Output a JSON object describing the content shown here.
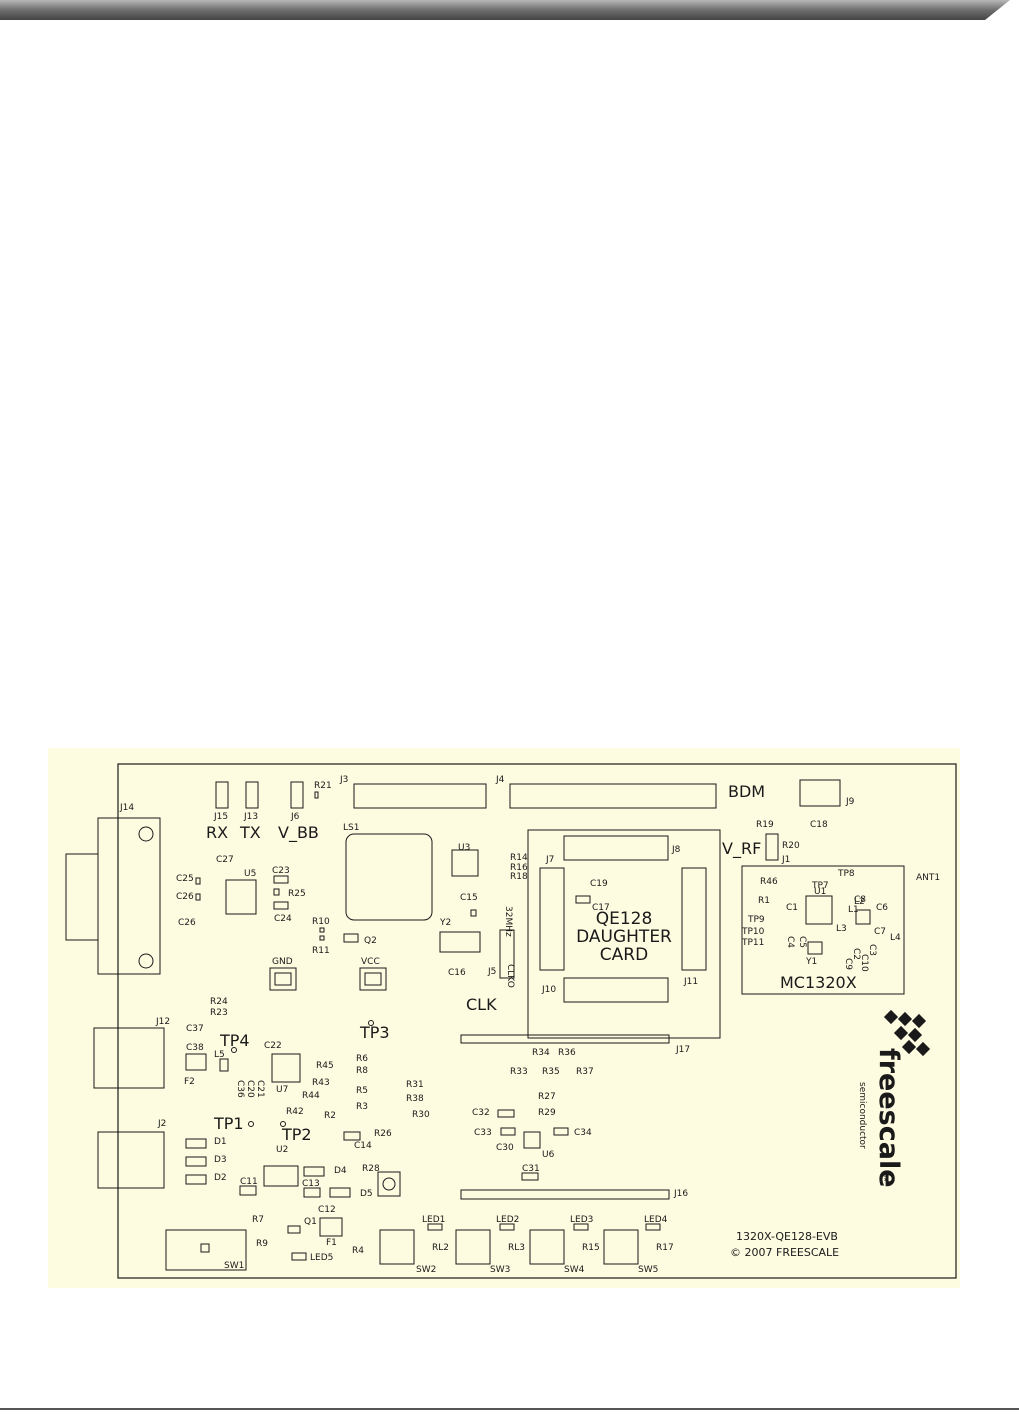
{
  "board": {
    "background": "#fdfbe0",
    "labels": {
      "J14": "J14",
      "C25": "C25",
      "C26": "C26",
      "C26b": "C26",
      "C27": "C27",
      "U5": "U5",
      "C23": "C23",
      "R25": "R25",
      "C24": "C24",
      "J15": "J15",
      "J13": "J13",
      "J6": "J6",
      "R21": "R21",
      "RX": "RX",
      "TX": "TX",
      "V_BB": "V_BB",
      "J3": "J3",
      "LS1": "LS1",
      "R10": "R10",
      "R11": "R11",
      "Q2": "Q2",
      "GND": "GND",
      "VCC": "VCC",
      "J12": "J12",
      "C37": "C37",
      "R24": "R24",
      "R23": "R23",
      "C38": "C38",
      "F2": "F2",
      "TP4": "TP4",
      "L5": "L5",
      "C36": "C36",
      "C20": "C20",
      "C21": "C21",
      "C22": "C22",
      "U7": "U7",
      "R45": "R45",
      "R43": "R43",
      "R44": "R44",
      "R42": "R42",
      "R2": "R2",
      "TP3": "TP3",
      "R6": "R6",
      "R8": "R8",
      "R5": "R5",
      "R3": "R3",
      "R31": "R31",
      "R38": "R38",
      "R30": "R30",
      "J2": "J2",
      "TP1": "TP1",
      "TP2": "TP2",
      "D1": "D1",
      "D3": "D3",
      "D2": "D2",
      "U2": "U2",
      "D4": "D4",
      "C14": "C14",
      "R26": "R26",
      "R28": "R28",
      "C11": "C11",
      "C13": "C13",
      "C12": "C12",
      "D5": "D5",
      "R7": "R7",
      "R9": "R9",
      "Q1": "Q1",
      "F1": "F1",
      "LED5": "LED5",
      "R4": "R4",
      "SW1": "SW1",
      "U3": "U3",
      "R14": "R14",
      "R16": "R16",
      "R18": "R18",
      "C15": "C15",
      "Y2": "Y2",
      "C16": "C16",
      "J5": "J5",
      "CLK": "CLK",
      "CLKO": "CLKO",
      "FREQ": "32MHz",
      "J4": "J4",
      "J7": "J7",
      "J8": "J8",
      "C19": "C19",
      "C17": "C17",
      "QE128": "QE128",
      "DAUGHTER": "DAUGHTER",
      "CARD": "CARD",
      "J10": "J10",
      "J11": "J11",
      "J17": "J17",
      "R34": "R34",
      "R36": "R36",
      "R33": "R33",
      "R35": "R35",
      "R37": "R37",
      "R27": "R27",
      "C32": "C32",
      "R29": "R29",
      "C33": "C33",
      "C30": "C30",
      "U6": "U6",
      "C34": "C34",
      "C31": "C31",
      "J16": "J16",
      "LED1": "LED1",
      "LED2": "LED2",
      "LED3": "LED3",
      "LED4": "LED4",
      "RL2": "RL2",
      "RL3": "RL3",
      "R15": "R15",
      "R17": "R17",
      "SW2": "SW2",
      "SW3": "SW3",
      "SW4": "SW4",
      "SW5": "SW5",
      "BDM": "BDM",
      "J9": "J9",
      "R19": "R19",
      "C18": "C18",
      "V_RF": "V_RF",
      "R20": "R20",
      "J1": "J1",
      "ANT1": "ANT1",
      "R46": "R46",
      "TP7": "TP7",
      "TP8": "TP8",
      "R1": "R1",
      "U1": "U1",
      "TP9": "TP9",
      "TP10": "TP10",
      "TP11": "TP11",
      "C1": "C1",
      "L1": "L1",
      "L2": "L2",
      "L3": "L3",
      "C6": "C6",
      "C8": "C8",
      "C7": "C7",
      "L4": "L4",
      "C4": "C4",
      "C5": "C5",
      "C2": "C2",
      "C3": "C3",
      "C9": "C9",
      "C10": "C10",
      "Y1": "Y1",
      "MC1320X": "MC1320X",
      "brand": "freescale",
      "tm": "™",
      "brand_sub": "semiconductor",
      "board_id": "1320X-QE128-EVB",
      "copyright": "© 2007 FREESCALE"
    }
  }
}
